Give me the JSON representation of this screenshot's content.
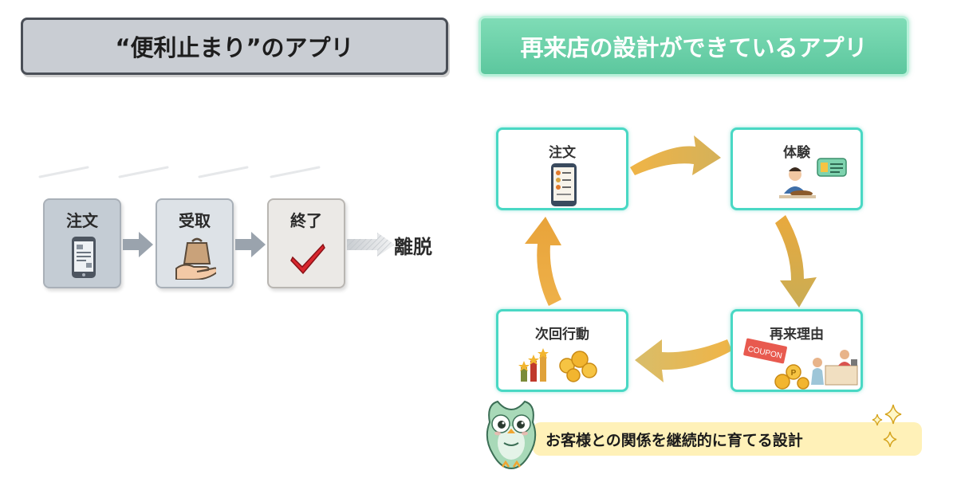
{
  "left_panel": {
    "title": "“便利止まり”のアプリ",
    "steps": [
      {
        "label": "注文",
        "icon": "smartphone-icon"
      },
      {
        "label": "受取",
        "icon": "hand-with-bag-icon"
      },
      {
        "label": "終了",
        "icon": "checkmark-icon"
      }
    ],
    "exit_label": "離脱"
  },
  "right_panel": {
    "title": "再来店の設計ができているアプリ",
    "cycle": [
      {
        "label": "注文",
        "icon": "smartphone-menu-icon"
      },
      {
        "label": "体験",
        "icon": "diner-thumbs-up-icon"
      },
      {
        "label": "再来理由",
        "icon": "coupon-shop-icon"
      },
      {
        "label": "次回行動",
        "icon": "points-stars-chart-icon"
      }
    ],
    "message": "お客様との関係を継続的に育てる設計",
    "mascot": "owl-mascot-icon",
    "sparkle": "sparkle-icon",
    "coupon_text": "COUPON",
    "point_text": "P"
  },
  "colors": {
    "left_header_bg": "#c9cdd3",
    "right_header_bg": "#5cc79e",
    "cycle_border": "#49d8c4",
    "cycle_arrow": "#e8a33a",
    "message_bg": "#fff1b8"
  }
}
